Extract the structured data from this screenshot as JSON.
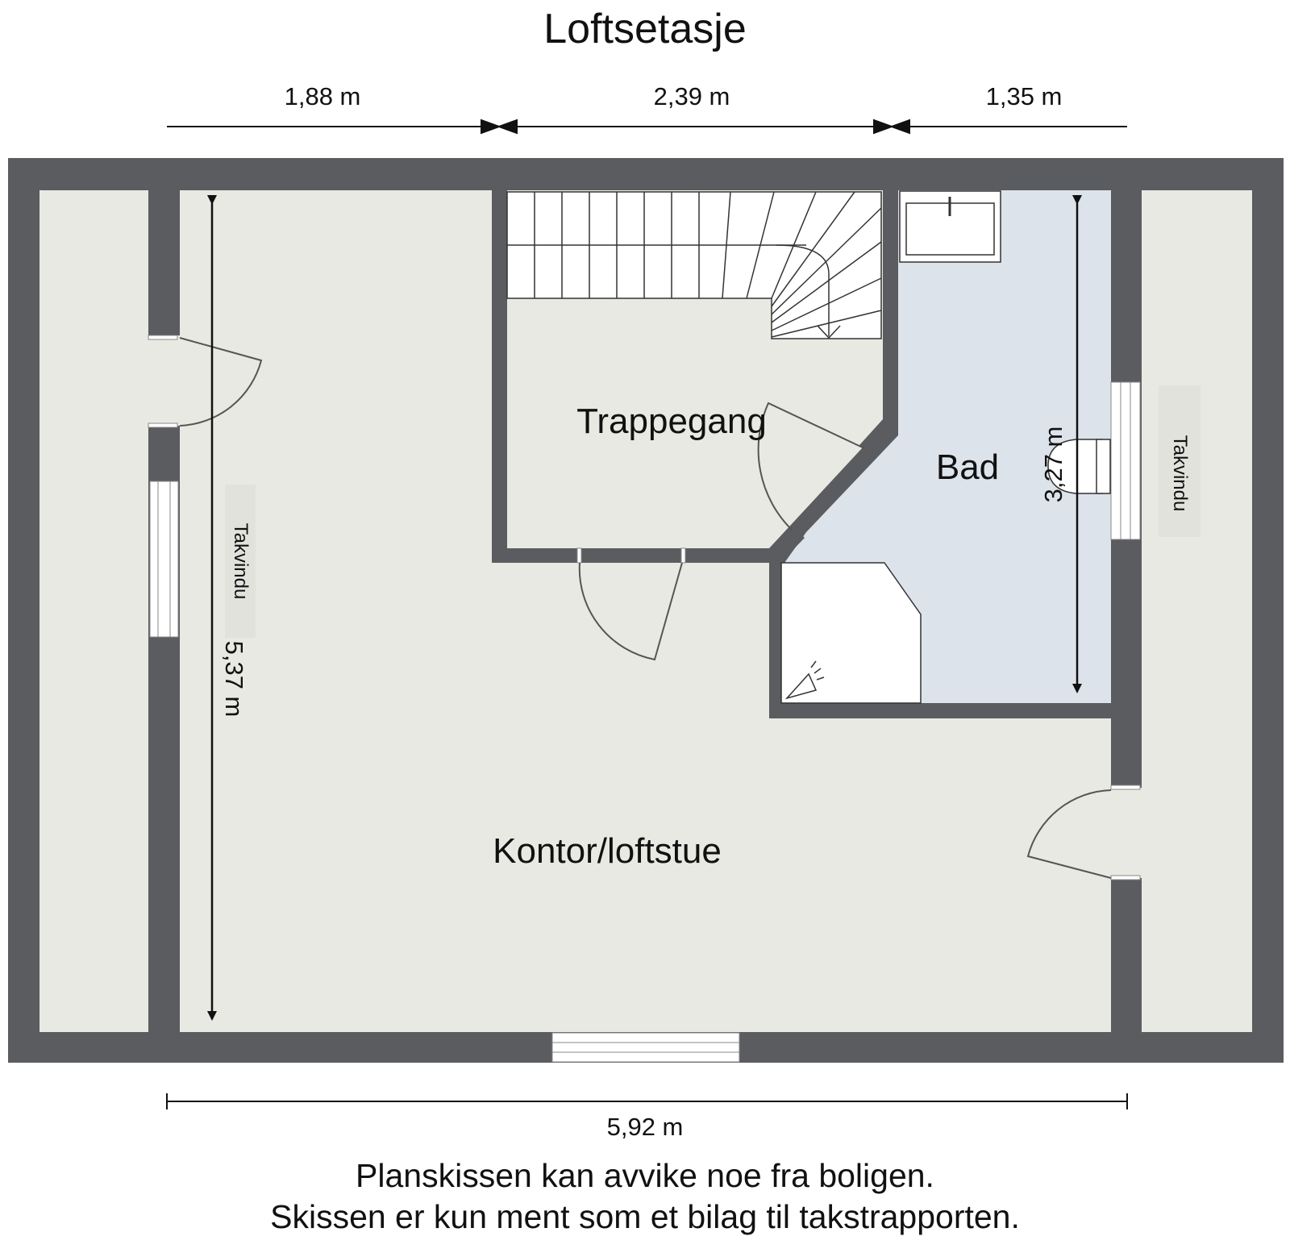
{
  "title": "Loftsetasje",
  "dimensions": {
    "top_left": "1,88 m",
    "top_mid": "2,39 m",
    "top_right": "1,35 m",
    "bottom_total": "5,92 m",
    "left_height": "5,37 m",
    "bad_height": "3,27 m"
  },
  "rooms": {
    "trappegang": "Trappegang",
    "bad": "Bad",
    "kontor": "Kontor/loftstue"
  },
  "labels": {
    "takvindu_left": "Takvindu",
    "takvindu_right": "Takvindu"
  },
  "footer": {
    "line1": "Planskissen kan avvike noe fra boligen.",
    "line2": "Skissen er kun ment som et bilag til takstrapporten."
  },
  "colors": {
    "wall": "#5a5c60",
    "floor": "#e9e9e3",
    "bathroom": "#dde3ea",
    "line": "#111111"
  }
}
